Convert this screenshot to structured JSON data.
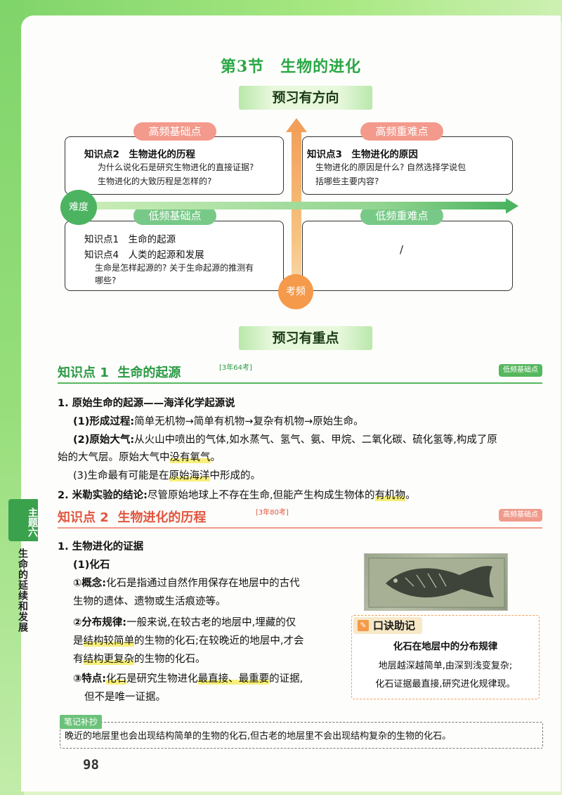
{
  "header": {
    "title": "第3节　生物的进化"
  },
  "sections": {
    "preview_direction": "预习有方向",
    "preview_focus": "预习有重点"
  },
  "quadrant": {
    "top_left_label": "高频基础点",
    "top_right_label": "高频重难点",
    "bottom_left_label": "低频基础点",
    "bottom_right_label": "低频重难点",
    "axis_y_label": "考频",
    "axis_x_label": "难度",
    "top_left_kp": "知识点2　生物进化的历程",
    "top_left_q1": "为什么说化石是研究生物进化的直接证据?",
    "top_left_q2": "生物进化的大致历程是怎样的?",
    "top_right_kp": "知识点3　生物进化的原因",
    "top_right_q1": "生物进化的原因是什么? 自然选择学说包",
    "top_right_q2": "括哪些主要内容?",
    "bottom_left_kp1": "知识点1　生命的起源",
    "bottom_left_kp2": "知识点4　人类的起源和发展",
    "bottom_left_q1": "生命是怎样起源的? 关于生命起源的推测有",
    "bottom_left_q2": "哪些?",
    "bottom_right_text": "/"
  },
  "kp1": {
    "label": "知识点",
    "num": "1",
    "name": "生命的起源",
    "tag": "[3年64考]",
    "badge": "低频基础点",
    "h1": "1. 原始生命的起源——海洋化学起源说",
    "l1_label": "(1)形成过程:",
    "l1_text": "简单无机物→简单有机物→复杂有机物→原始生命。",
    "l2_label": "(2)原始大气:",
    "l2_text": "从火山中喷出的气体,如水蒸气、氢气、氨、甲烷、二氧化碳、硫化氢等,构成了原",
    "l2b_a": "始的大气层。原始大气中",
    "l2b_hl": "没有氧气",
    "l2b_c": "。",
    "l3_a": "(3)生命最有可能是在",
    "l3_hl": "原始海洋",
    "l3_c": "中形成的。",
    "h2_label": "2. 米勒实验的结论:",
    "h2_text_a": "尽管原始地球上不存在生命,但能产生构成生物体的",
    "h2_hl": "有机物",
    "h2_text_c": "。"
  },
  "kp2": {
    "label": "知识点",
    "num": "2",
    "name": "生物进化的历程",
    "tag": "[3年80考]",
    "badge": "高频基础点",
    "h1": "1. 生物进化的证据",
    "sub": "(1)化石",
    "c1_label": "①概念:",
    "c1_text": "化石是指通过自然作用保存在地层中的古代",
    "c1b": "生物的遗体、遗物或生活痕迹等。",
    "c2_label": "②分布规律:",
    "c2_text": "一般来说,在较古老的地层中,埋藏的仅",
    "c2b_a": "是",
    "c2b_hl": "结构较简单",
    "c2b_c": "的生物的化石;在较晚近的地层中,才会",
    "c2c_a": "有",
    "c2c_hl": "结构更复杂",
    "c2c_c": "的生物的化石。",
    "c3_label": "③特点:",
    "c3_hl1": "化石",
    "c3_a": "是研究生物进化",
    "c3_hl2": "最直接、最重要",
    "c3_c": "的证据,",
    "c3b": "但不是唯一证据。"
  },
  "mnemonic": {
    "label": "口诀助记",
    "title": "化石在地层中的分布规律",
    "line1": "地层越深越简单,由深到浅变复杂;",
    "line2": "化石证据最直接,研究进化规律现。"
  },
  "note": {
    "label": "笔记补抄",
    "text": "晚近的地层里也会出现结构简单的生物的化石,但古老的地层里不会出现结构复杂的生物的化石。"
  },
  "side": {
    "tab": "主题六",
    "title": "生命的延续和发展"
  },
  "page_number": "98",
  "colors": {
    "green": "#2aa745",
    "red": "#e2553f",
    "highlight": "#f7ef7a"
  }
}
